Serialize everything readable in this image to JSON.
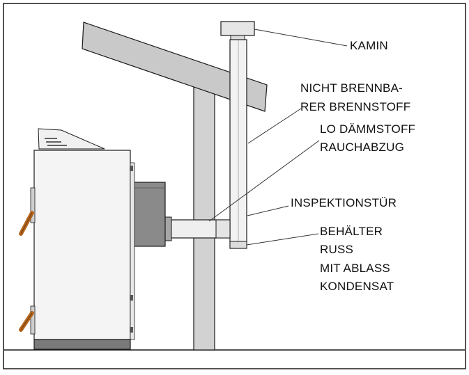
{
  "labels": {
    "kamin": "KAMIN",
    "nicht_brennbar_1": "NICHT BRENNBA-",
    "nicht_brennbar_2": "RER BRENNSTOFF",
    "daemmstoff": "LO DÄMMSTOFF",
    "rauchabzug": "RAUCHABZUG",
    "inspektionstuer": "INSPEKTIONSTÜR",
    "behaelter": "BEHÄLTER",
    "russ": "RUSS",
    "mit_ablass": "MIT ABLASS",
    "kondensat": "KONDENSAT"
  },
  "colors": {
    "outline": "#1a1a1a",
    "roof_beam": "#c9c9c9",
    "post": "#d2d2d2",
    "boiler_body": "#f4f4f4",
    "burner": "#8a8a8a",
    "pipe": "#efefef",
    "handle": "#b5651d"
  }
}
